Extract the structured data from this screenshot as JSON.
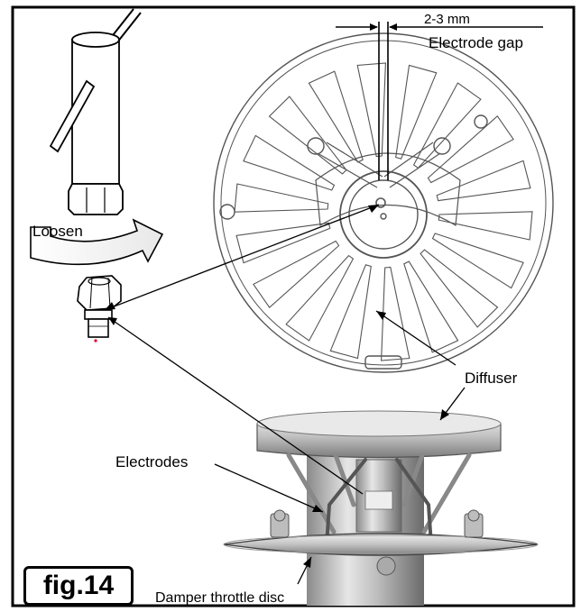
{
  "figure": {
    "label": "fig.14"
  },
  "labels": {
    "gap_size": "2-3 mm",
    "electrode_gap": "Electrode gap",
    "loosen": "Loosen",
    "diffuser": "Diffuser",
    "electrodes": "Electrodes",
    "damper_disc": "Damper throttle disc"
  },
  "colors": {
    "line": "#000000",
    "sketch": "#555555",
    "metal_light": "#d9d9d9",
    "metal_mid": "#a8a8a8",
    "metal_dark": "#6e6e6e",
    "accent_dot": "#e0002a"
  }
}
